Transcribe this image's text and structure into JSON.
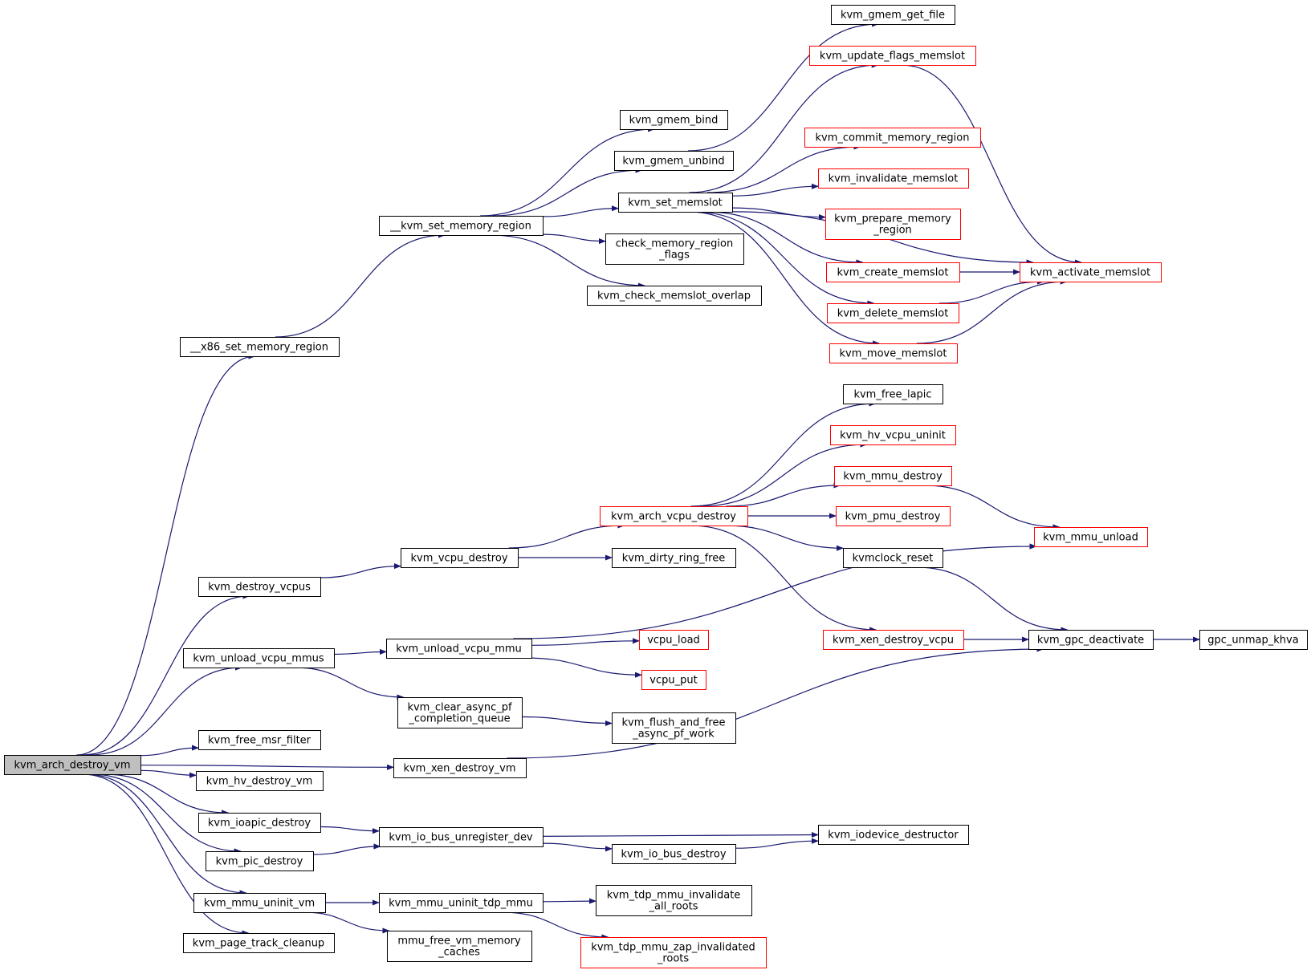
{
  "colors": {
    "edge": "#191970",
    "node_border": "#000000",
    "truncated_border": "#ff0000",
    "root_fill": "#bfbfbf",
    "node_fill": "#ffffff"
  },
  "nodes": [
    {
      "id": "kvm_arch_destroy_vm",
      "lines": [
        "kvm_arch_destroy_vm"
      ],
      "style": "root"
    },
    {
      "id": "x86_set_memory_region",
      "lines": [
        "__x86_set_memory_region"
      ],
      "style": "normal"
    },
    {
      "id": "kvm_set_memory_region",
      "lines": [
        "__kvm_set_memory_region"
      ],
      "style": "normal"
    },
    {
      "id": "kvm_gmem_bind",
      "lines": [
        "kvm_gmem_bind"
      ],
      "style": "normal"
    },
    {
      "id": "kvm_gmem_unbind",
      "lines": [
        "kvm_gmem_unbind"
      ],
      "style": "normal"
    },
    {
      "id": "kvm_set_memslot",
      "lines": [
        "kvm_set_memslot"
      ],
      "style": "normal"
    },
    {
      "id": "check_memory_region_flags",
      "lines": [
        "check_memory_region",
        "_flags"
      ],
      "style": "normal"
    },
    {
      "id": "kvm_check_memslot_overlap",
      "lines": [
        "kvm_check_memslot_overlap"
      ],
      "style": "normal"
    },
    {
      "id": "kvm_gmem_get_file",
      "lines": [
        "kvm_gmem_get_file"
      ],
      "style": "normal"
    },
    {
      "id": "kvm_update_flags_memslot",
      "lines": [
        "kvm_update_flags_memslot"
      ],
      "style": "truncated"
    },
    {
      "id": "kvm_commit_memory_region",
      "lines": [
        "kvm_commit_memory_region"
      ],
      "style": "truncated"
    },
    {
      "id": "kvm_invalidate_memslot",
      "lines": [
        "kvm_invalidate_memslot"
      ],
      "style": "truncated"
    },
    {
      "id": "kvm_prepare_memory_region",
      "lines": [
        "kvm_prepare_memory",
        "_region"
      ],
      "style": "truncated"
    },
    {
      "id": "kvm_create_memslot",
      "lines": [
        "kvm_create_memslot"
      ],
      "style": "truncated"
    },
    {
      "id": "kvm_delete_memslot",
      "lines": [
        "kvm_delete_memslot"
      ],
      "style": "truncated"
    },
    {
      "id": "kvm_move_memslot",
      "lines": [
        "kvm_move_memslot"
      ],
      "style": "truncated"
    },
    {
      "id": "kvm_activate_memslot",
      "lines": [
        "kvm_activate_memslot"
      ],
      "style": "truncated"
    },
    {
      "id": "kvm_destroy_vcpus",
      "lines": [
        "kvm_destroy_vcpus"
      ],
      "style": "normal"
    },
    {
      "id": "kvm_vcpu_destroy",
      "lines": [
        "kvm_vcpu_destroy"
      ],
      "style": "normal"
    },
    {
      "id": "kvm_arch_vcpu_destroy",
      "lines": [
        "kvm_arch_vcpu_destroy"
      ],
      "style": "truncated"
    },
    {
      "id": "kvm_dirty_ring_free",
      "lines": [
        "kvm_dirty_ring_free"
      ],
      "style": "normal"
    },
    {
      "id": "kvm_free_lapic",
      "lines": [
        "kvm_free_lapic"
      ],
      "style": "normal"
    },
    {
      "id": "kvm_hv_vcpu_uninit",
      "lines": [
        "kvm_hv_vcpu_uninit"
      ],
      "style": "truncated"
    },
    {
      "id": "kvm_mmu_destroy",
      "lines": [
        "kvm_mmu_destroy"
      ],
      "style": "truncated"
    },
    {
      "id": "kvm_pmu_destroy",
      "lines": [
        "kvm_pmu_destroy"
      ],
      "style": "truncated"
    },
    {
      "id": "kvmclock_reset",
      "lines": [
        "kvmclock_reset"
      ],
      "style": "normal"
    },
    {
      "id": "kvm_xen_destroy_vcpu",
      "lines": [
        "kvm_xen_destroy_vcpu"
      ],
      "style": "truncated"
    },
    {
      "id": "kvm_mmu_unload",
      "lines": [
        "kvm_mmu_unload"
      ],
      "style": "truncated"
    },
    {
      "id": "kvm_gpc_deactivate",
      "lines": [
        "kvm_gpc_deactivate"
      ],
      "style": "normal"
    },
    {
      "id": "gpc_unmap_khva",
      "lines": [
        "gpc_unmap_khva"
      ],
      "style": "normal"
    },
    {
      "id": "kvm_unload_vcpu_mmus",
      "lines": [
        "kvm_unload_vcpu_mmus"
      ],
      "style": "normal"
    },
    {
      "id": "kvm_unload_vcpu_mmu",
      "lines": [
        "kvm_unload_vcpu_mmu"
      ],
      "style": "normal"
    },
    {
      "id": "vcpu_load",
      "lines": [
        "vcpu_load"
      ],
      "style": "truncated"
    },
    {
      "id": "vcpu_put",
      "lines": [
        "vcpu_put"
      ],
      "style": "truncated"
    },
    {
      "id": "kvm_clear_async_pf_completion_queue",
      "lines": [
        "kvm_clear_async_pf",
        "_completion_queue"
      ],
      "style": "normal"
    },
    {
      "id": "kvm_flush_and_free_async_pf_work",
      "lines": [
        "kvm_flush_and_free",
        "_async_pf_work"
      ],
      "style": "normal"
    },
    {
      "id": "kvm_free_msr_filter",
      "lines": [
        "kvm_free_msr_filter"
      ],
      "style": "normal"
    },
    {
      "id": "kvm_xen_destroy_vm",
      "lines": [
        "kvm_xen_destroy_vm"
      ],
      "style": "normal"
    },
    {
      "id": "kvm_hv_destroy_vm",
      "lines": [
        "kvm_hv_destroy_vm"
      ],
      "style": "normal"
    },
    {
      "id": "kvm_ioapic_destroy",
      "lines": [
        "kvm_ioapic_destroy"
      ],
      "style": "normal"
    },
    {
      "id": "kvm_io_bus_unregister_dev",
      "lines": [
        "kvm_io_bus_unregister_dev"
      ],
      "style": "normal"
    },
    {
      "id": "kvm_iodevice_destructor",
      "lines": [
        "kvm_iodevice_destructor"
      ],
      "style": "normal"
    },
    {
      "id": "kvm_pic_destroy",
      "lines": [
        "kvm_pic_destroy"
      ],
      "style": "normal"
    },
    {
      "id": "kvm_io_bus_destroy",
      "lines": [
        "kvm_io_bus_destroy"
      ],
      "style": "normal"
    },
    {
      "id": "kvm_mmu_uninit_vm",
      "lines": [
        "kvm_mmu_uninit_vm"
      ],
      "style": "normal"
    },
    {
      "id": "kvm_mmu_uninit_tdp_mmu",
      "lines": [
        "kvm_mmu_uninit_tdp_mmu"
      ],
      "style": "normal"
    },
    {
      "id": "kvm_tdp_mmu_invalidate_all_roots",
      "lines": [
        "kvm_tdp_mmu_invalidate",
        "_all_roots"
      ],
      "style": "normal"
    },
    {
      "id": "kvm_tdp_mmu_zap_invalidated_roots",
      "lines": [
        "kvm_tdp_mmu_zap_invalidated",
        "_roots"
      ],
      "style": "truncated"
    },
    {
      "id": "mmu_free_vm_memory_caches",
      "lines": [
        "mmu_free_vm_memory",
        "_caches"
      ],
      "style": "normal"
    },
    {
      "id": "kvm_page_track_cleanup",
      "lines": [
        "kvm_page_track_cleanup"
      ],
      "style": "normal"
    }
  ],
  "edges": [
    [
      "kvm_arch_destroy_vm",
      "x86_set_memory_region"
    ],
    [
      "kvm_arch_destroy_vm",
      "kvm_destroy_vcpus"
    ],
    [
      "kvm_arch_destroy_vm",
      "kvm_unload_vcpu_mmus"
    ],
    [
      "kvm_arch_destroy_vm",
      "kvm_xen_destroy_vm"
    ],
    [
      "kvm_arch_destroy_vm",
      "kvm_free_msr_filter"
    ],
    [
      "kvm_arch_destroy_vm",
      "kvm_hv_destroy_vm"
    ],
    [
      "kvm_arch_destroy_vm",
      "kvm_ioapic_destroy"
    ],
    [
      "kvm_arch_destroy_vm",
      "kvm_pic_destroy"
    ],
    [
      "kvm_arch_destroy_vm",
      "kvm_mmu_uninit_vm"
    ],
    [
      "kvm_arch_destroy_vm",
      "kvm_page_track_cleanup"
    ],
    [
      "x86_set_memory_region",
      "kvm_set_memory_region"
    ],
    [
      "kvm_set_memory_region",
      "kvm_gmem_bind"
    ],
    [
      "kvm_set_memory_region",
      "kvm_gmem_unbind"
    ],
    [
      "kvm_set_memory_region",
      "kvm_set_memslot"
    ],
    [
      "kvm_set_memory_region",
      "check_memory_region_flags"
    ],
    [
      "kvm_set_memory_region",
      "kvm_check_memslot_overlap"
    ],
    [
      "kvm_gmem_unbind",
      "kvm_gmem_get_file"
    ],
    [
      "kvm_set_memslot",
      "kvm_update_flags_memslot"
    ],
    [
      "kvm_set_memslot",
      "kvm_activate_memslot"
    ],
    [
      "kvm_set_memslot",
      "kvm_commit_memory_region"
    ],
    [
      "kvm_set_memslot",
      "kvm_invalidate_memslot"
    ],
    [
      "kvm_set_memslot",
      "kvm_prepare_memory_region"
    ],
    [
      "kvm_set_memslot",
      "kvm_create_memslot"
    ],
    [
      "kvm_set_memslot",
      "kvm_delete_memslot"
    ],
    [
      "kvm_set_memslot",
      "kvm_move_memslot"
    ],
    [
      "kvm_update_flags_memslot",
      "kvm_activate_memslot"
    ],
    [
      "kvm_create_memslot",
      "kvm_activate_memslot"
    ],
    [
      "kvm_delete_memslot",
      "kvm_activate_memslot"
    ],
    [
      "kvm_move_memslot",
      "kvm_activate_memslot"
    ],
    [
      "kvm_destroy_vcpus",
      "kvm_vcpu_destroy"
    ],
    [
      "kvm_vcpu_destroy",
      "kvm_arch_vcpu_destroy"
    ],
    [
      "kvm_vcpu_destroy",
      "kvm_dirty_ring_free"
    ],
    [
      "kvm_arch_vcpu_destroy",
      "kvm_free_lapic"
    ],
    [
      "kvm_arch_vcpu_destroy",
      "kvm_hv_vcpu_uninit"
    ],
    [
      "kvm_arch_vcpu_destroy",
      "kvm_mmu_destroy"
    ],
    [
      "kvm_arch_vcpu_destroy",
      "kvm_pmu_destroy"
    ],
    [
      "kvm_arch_vcpu_destroy",
      "kvmclock_reset"
    ],
    [
      "kvm_arch_vcpu_destroy",
      "kvm_xen_destroy_vcpu"
    ],
    [
      "kvm_mmu_destroy",
      "kvm_mmu_unload"
    ],
    [
      "kvmclock_reset",
      "kvm_gpc_deactivate"
    ],
    [
      "kvm_xen_destroy_vcpu",
      "kvm_gpc_deactivate"
    ],
    [
      "kvm_gpc_deactivate",
      "gpc_unmap_khva"
    ],
    [
      "kvm_unload_vcpu_mmus",
      "kvm_unload_vcpu_mmu"
    ],
    [
      "kvm_unload_vcpu_mmus",
      "kvm_clear_async_pf_completion_queue"
    ],
    [
      "kvm_unload_vcpu_mmu",
      "kvm_mmu_unload"
    ],
    [
      "kvm_unload_vcpu_mmu",
      "vcpu_load"
    ],
    [
      "kvm_unload_vcpu_mmu",
      "vcpu_put"
    ],
    [
      "kvm_clear_async_pf_completion_queue",
      "kvm_flush_and_free_async_pf_work"
    ],
    [
      "kvm_xen_destroy_vm",
      "kvm_gpc_deactivate"
    ],
    [
      "kvm_ioapic_destroy",
      "kvm_io_bus_unregister_dev"
    ],
    [
      "kvm_pic_destroy",
      "kvm_io_bus_unregister_dev"
    ],
    [
      "kvm_io_bus_unregister_dev",
      "kvm_iodevice_destructor"
    ],
    [
      "kvm_io_bus_unregister_dev",
      "kvm_io_bus_destroy"
    ],
    [
      "kvm_io_bus_destroy",
      "kvm_iodevice_destructor"
    ],
    [
      "kvm_mmu_uninit_vm",
      "kvm_mmu_uninit_tdp_mmu"
    ],
    [
      "kvm_mmu_uninit_vm",
      "mmu_free_vm_memory_caches"
    ],
    [
      "kvm_mmu_uninit_tdp_mmu",
      "kvm_tdp_mmu_invalidate_all_roots"
    ],
    [
      "kvm_mmu_uninit_tdp_mmu",
      "kvm_tdp_mmu_zap_invalidated_roots"
    ]
  ]
}
